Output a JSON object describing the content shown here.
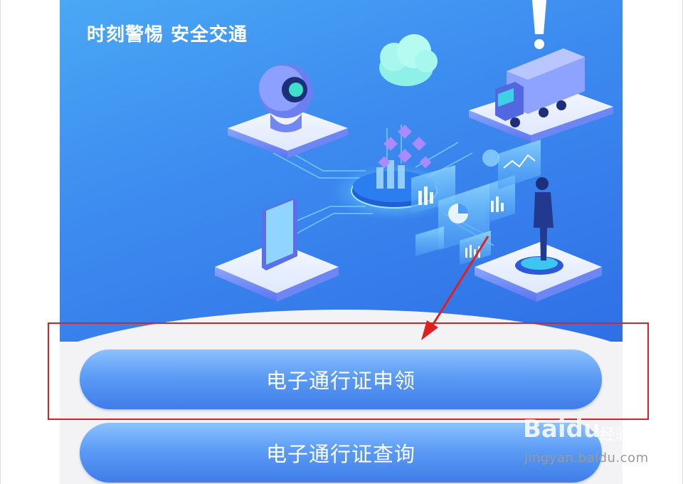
{
  "banner": {
    "slogan": "时刻警惕 安全交通"
  },
  "actions": {
    "apply_label": "电子通行证申领",
    "query_label": "电子通行证查询"
  },
  "watermark": {
    "logo": "Baidu",
    "sub": "经验",
    "url": "jingyan.baidu.com"
  },
  "annotation_color": "#e02020"
}
